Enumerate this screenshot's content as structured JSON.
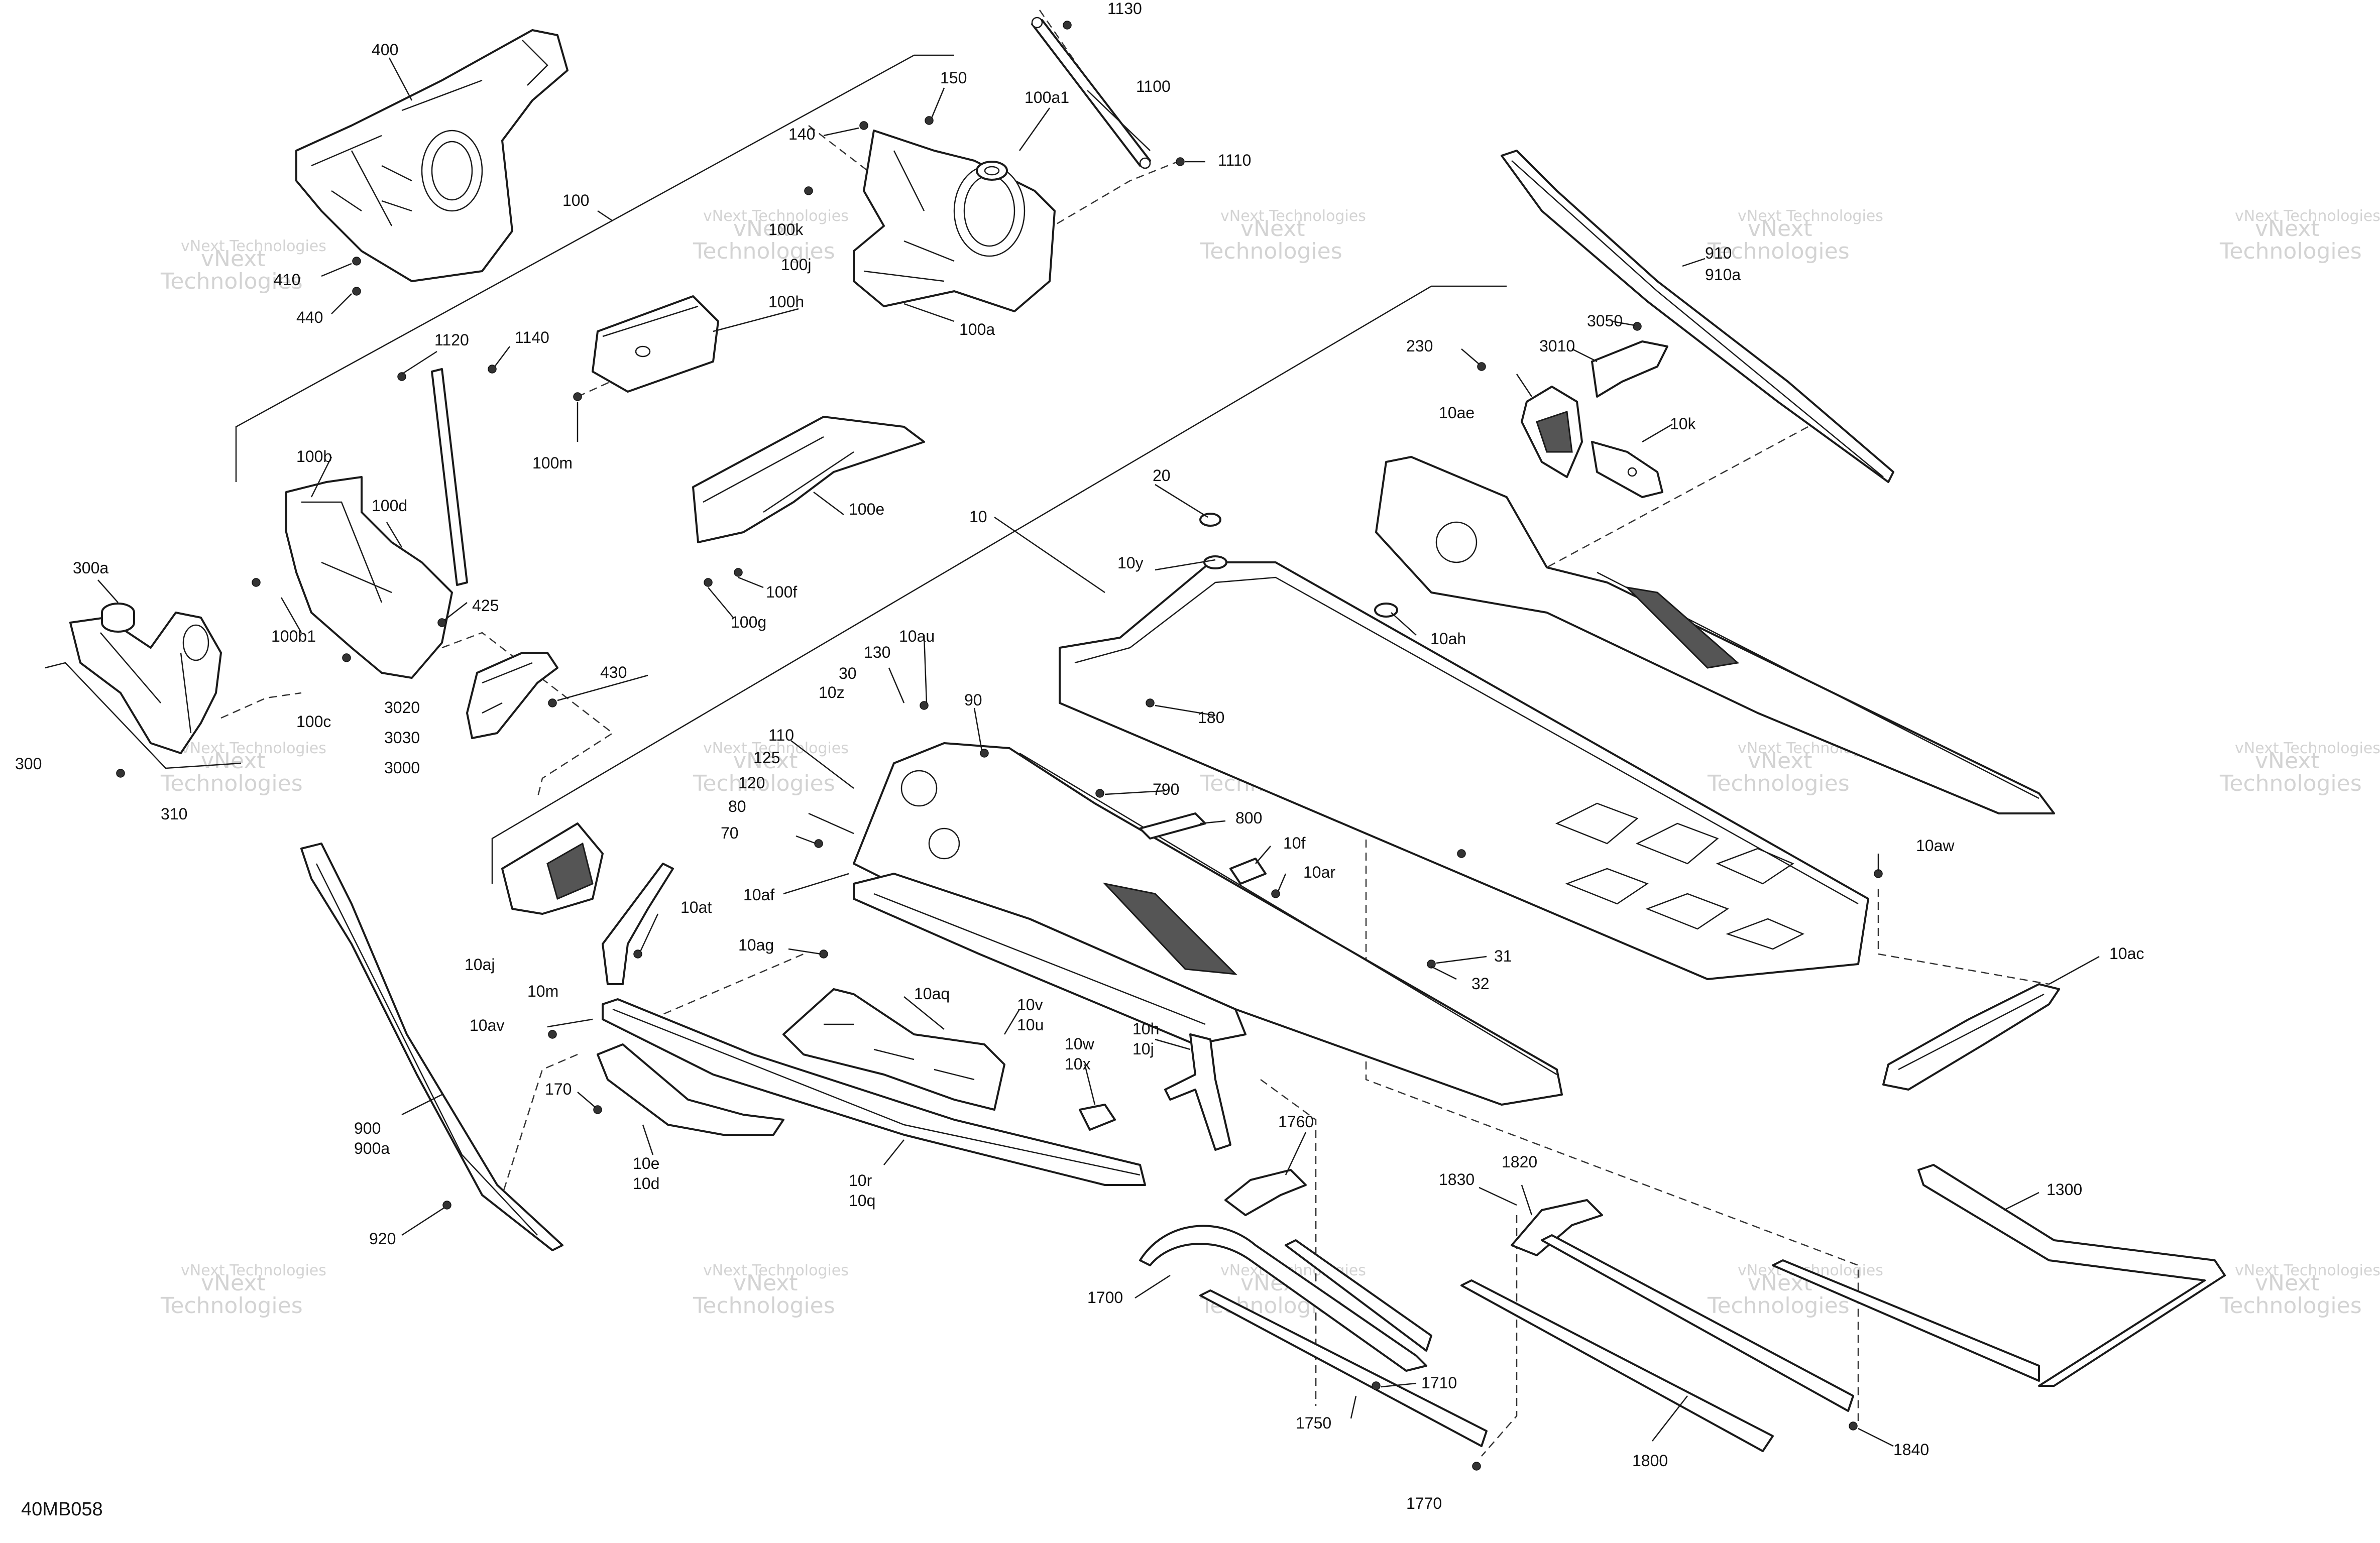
{
  "figure_code": "40MB058",
  "watermark": {
    "line1": "vNext",
    "line2": "Technologies",
    "small": "vNext Technologies"
  },
  "labels": {
    "l1130": "1130",
    "l1100": "1100",
    "l1110": "1110",
    "l100a1": "100a1",
    "l150": "150",
    "l140": "140",
    "l400": "400",
    "l100": "100",
    "l100k": "100k",
    "l100j": "100j",
    "l100a": "100a",
    "l410": "410",
    "l440": "440",
    "l100h": "100h",
    "l100m": "100m",
    "l1120": "1120",
    "l1140": "1140",
    "l100b": "100b",
    "l100d": "100d",
    "l300a": "300a",
    "l100b1": "100b1",
    "l425": "425",
    "l430": "430",
    "l3020": "3020",
    "l3030": "3030",
    "l3000": "3000",
    "l100c": "100c",
    "l300": "300",
    "l310": "310",
    "l100e": "100e",
    "l100f": "100f",
    "l100g": "100g",
    "l10": "10",
    "l20": "20",
    "l10y": "10y",
    "l10ah": "10ah",
    "l180": "180",
    "l230": "230",
    "l10ae": "10ae",
    "l3050": "3050",
    "l3010": "3010",
    "l10k": "10k",
    "l910": "910",
    "l910a": "910a",
    "l10au": "10au",
    "l130": "130",
    "l30": "30",
    "l10z": "10z",
    "l90": "90",
    "l110": "110",
    "l125": "125",
    "l120": "120",
    "l80": "80",
    "l70": "70",
    "l10af": "10af",
    "l10ag": "10ag",
    "l790": "790",
    "l800": "800",
    "l10f": "10f",
    "l10ar": "10ar",
    "l10aw": "10aw",
    "l10ac": "10ac",
    "l31": "31",
    "l32": "32",
    "l10aj": "10aj",
    "l10at": "10at",
    "l10m": "10m",
    "l10av": "10av",
    "l10aq": "10aq",
    "l10v": "10v",
    "l10u": "10u",
    "l10w": "10w",
    "l10x": "10x",
    "l10h": "10h",
    "l10j": "10j",
    "l170": "170",
    "l10e": "10e",
    "l10d": "10d",
    "l10r": "10r",
    "l10q": "10q",
    "l900": "900",
    "l900a": "900a",
    "l920": "920",
    "l1760": "1760",
    "l1820": "1820",
    "l1830": "1830",
    "l1700": "1700",
    "l1710": "1710",
    "l1750": "1750",
    "l1770": "1770",
    "l1800": "1800",
    "l1840": "1840",
    "l1300": "1300"
  }
}
